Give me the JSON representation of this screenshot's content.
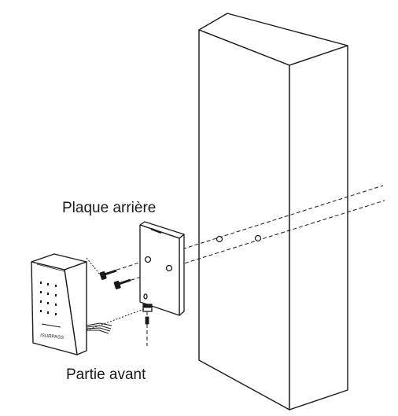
{
  "labels": {
    "back_plate": "Plaque arrière",
    "front_part": "Partie avant"
  },
  "device": {
    "brand": "ISURPASS"
  },
  "colors": {
    "line": "#1a1a1a",
    "background": "#ffffff"
  }
}
